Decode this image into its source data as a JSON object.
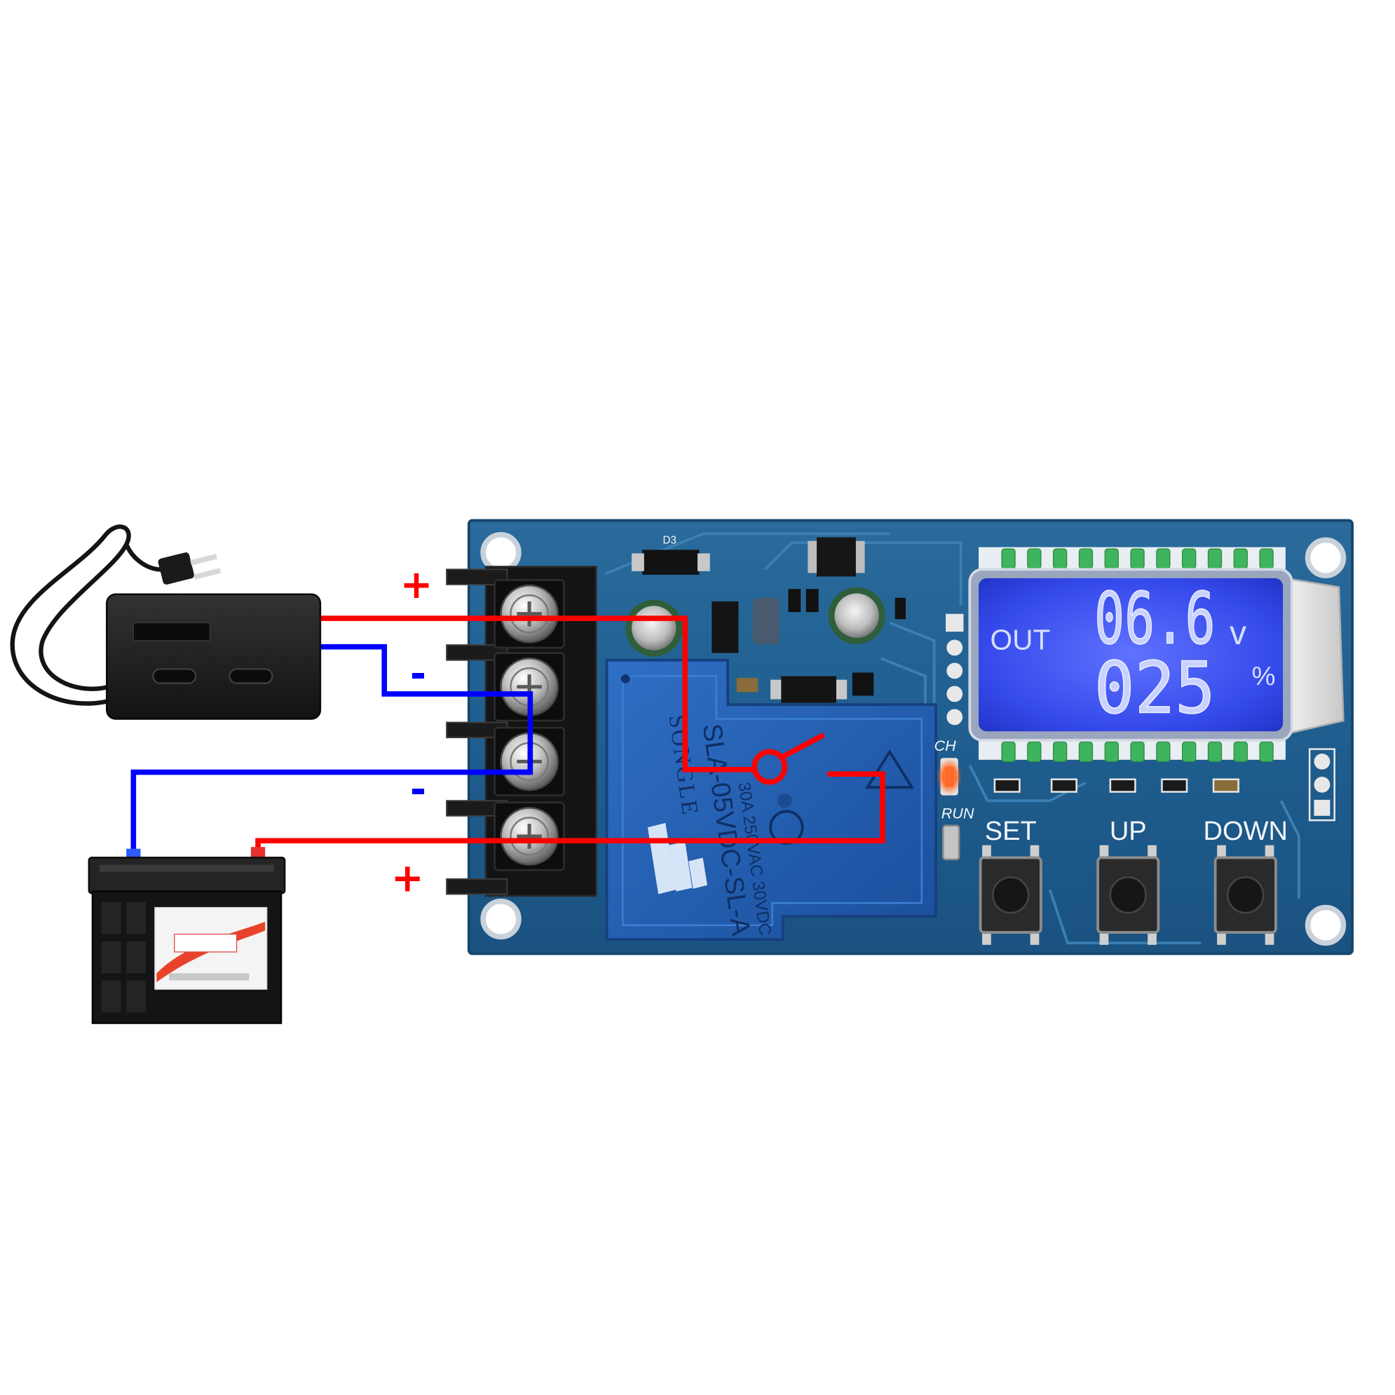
{
  "labels": {
    "adapter_plus": "+",
    "adapter_minus": "-",
    "battery_minus": "-",
    "battery_plus": "+"
  },
  "lcd": {
    "mode": "OUT",
    "voltage": "06.6",
    "voltage_unit": "v",
    "percent": "025",
    "percent_unit": "%"
  },
  "buttons": [
    {
      "label": "SET"
    },
    {
      "label": "UP"
    },
    {
      "label": "DOWN"
    }
  ],
  "indicators": {
    "charge": "CH",
    "run": "RUN"
  },
  "relay": {
    "brand": "SONGLE",
    "model": "SLA-05VDC-SL-A",
    "rating": "30A 250VAC 30VDC"
  },
  "components": {
    "diode": "D3"
  },
  "colors": {
    "positive_wire": "#ff0000",
    "negative_wire": "#0000ff",
    "board": "#1d5c8c",
    "lcd_backlight": "#2f47e6",
    "charge_led": "#ff6a2a"
  }
}
